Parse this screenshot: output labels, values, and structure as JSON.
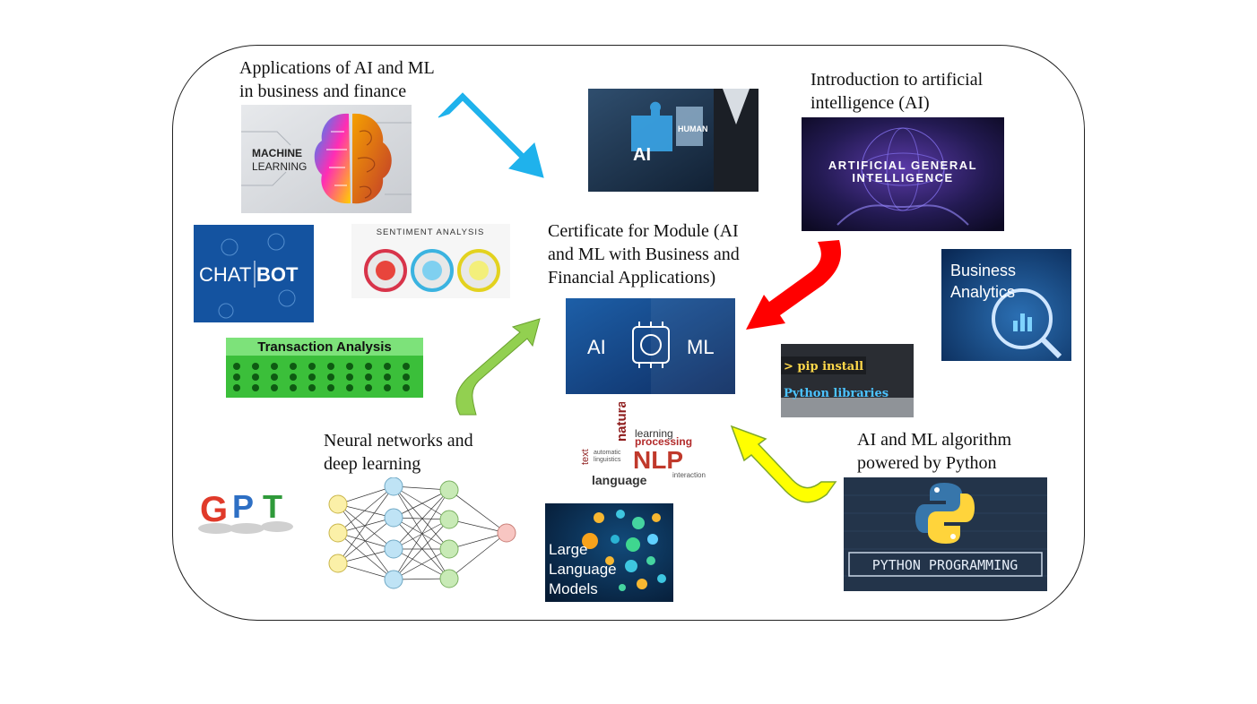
{
  "labels": {
    "applications": [
      "Applications of AI and ML",
      "in business and finance"
    ],
    "intro_ai": [
      "Introduction to artificial",
      "intelligence (AI)"
    ],
    "certificate": [
      "Certificate for Module (AI",
      "and ML with Business and",
      "Financial Applications)"
    ],
    "neural": [
      "Neural networks and",
      "deep learning"
    ],
    "python_algo": [
      "AI and ML algorithm",
      "powered by Python"
    ]
  },
  "images": {
    "machine_learning": [
      "MACHINE",
      "LEARNING"
    ],
    "ai_human": [
      "AI",
      "HUMAN"
    ],
    "agi": [
      "ARTIFICIAL GENERAL",
      "INTELLIGENCE"
    ],
    "chatbot": [
      "CHAT",
      "BOT"
    ],
    "sentiment": "SENTIMENT ANALYSIS",
    "business_analytics": [
      "Business",
      "Analytics"
    ],
    "transaction": "Transaction Analysis",
    "ai_ml_chip": [
      "AI",
      "ML"
    ],
    "pip": [
      "> pip install",
      "Python libraries"
    ],
    "nlp": {
      "main": "NLP",
      "words": [
        "language",
        "natural",
        "processing",
        "learning",
        "text",
        "interaction",
        "linguistics",
        "automatic"
      ]
    },
    "gpt": [
      "G",
      "P",
      "T"
    ],
    "llm": [
      "Large",
      "Language",
      "Models"
    ],
    "python": "PYTHON PROGRAMMING"
  },
  "colors": {
    "arrow_blue": "#1fb2ec",
    "arrow_red": "#ff0000",
    "arrow_green": "#92d050",
    "arrow_yellow": "#ffff00"
  }
}
